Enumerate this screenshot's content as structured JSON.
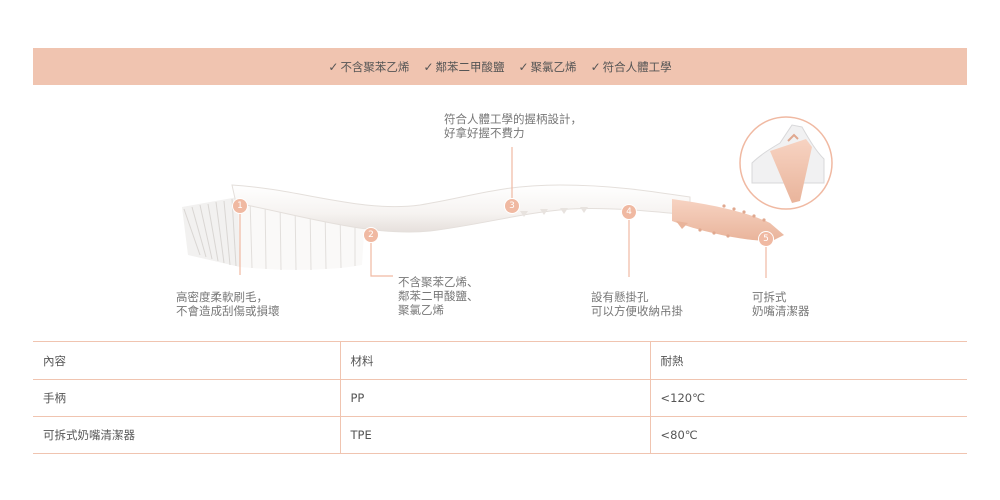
{
  "features": [
    {
      "check": "✓",
      "label": "不含聚苯乙烯"
    },
    {
      "check": "✓",
      "label": "鄰苯二甲酸鹽"
    },
    {
      "check": "✓",
      "label": "聚氯乙烯"
    },
    {
      "check": "✓",
      "label": "符合人體工學"
    }
  ],
  "diagram": {
    "annotations": {
      "handle": [
        "符合人體工學的握柄設計，",
        "好拿好握不費力"
      ],
      "bristles": [
        "高密度柔軟刷毛，",
        "不會造成刮傷或損壞"
      ],
      "material": [
        "不含聚苯乙烯、",
        "鄰苯二甲酸鹽、",
        "聚氯乙烯"
      ],
      "hole": [
        "設有懸掛孔",
        "可以方便收納吊掛"
      ],
      "nipple": [
        "可拆式",
        "奶嘴清潔器"
      ]
    },
    "badges": [
      "1",
      "2",
      "3",
      "4",
      "5"
    ],
    "colors": {
      "accent": "#f0b9a2",
      "tip": "#f3c3ad",
      "handle": "#f7f5f3"
    }
  },
  "table": {
    "headers": [
      "內容",
      "材料",
      "耐熱"
    ],
    "rows": [
      [
        "手柄",
        "PP",
        "<120℃"
      ],
      [
        "可拆式奶嘴清潔器",
        "TPE",
        "<80℃"
      ]
    ]
  }
}
